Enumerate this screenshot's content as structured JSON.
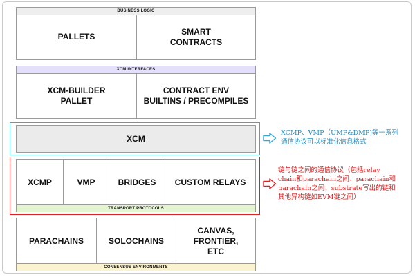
{
  "colors": {
    "business_header": "#eeeeee",
    "xcm_interfaces_header": "#e4e0fb",
    "xcm_fill": "#ebebeb",
    "transport_footer": "#e3f5cf",
    "consensus_footer": "#fbf2cf",
    "blue_outline": "#3aa7d6",
    "red_outline": "#e02020",
    "blue_note": "#2a8fc0",
    "red_note": "#d41c1c"
  },
  "business_logic": {
    "header": "BUSINESS LOGIC",
    "cells": [
      "PALLETS",
      "SMART\nCONTRACTS"
    ]
  },
  "xcm_interfaces": {
    "header": "XCM INTERFACES",
    "cells": [
      "XCM-BUILDER\nPALLET",
      "CONTRACT ENV\nBUILTINS / PRECOMPILES"
    ]
  },
  "xcm": {
    "label": "XCM"
  },
  "transport_protocols": {
    "footer": "TRANSPORT PROTOCOLS",
    "cells": [
      "XCMP",
      "VMP",
      "BRIDGES",
      "CUSTOM RELAYS"
    ]
  },
  "consensus_environments": {
    "footer": "CONSENSUS ENVIRONMENTS",
    "cells": [
      "PARACHAINS",
      "SOLOCHAINS",
      "CANVAS,\nFRONTIER,\nETC"
    ]
  },
  "annotations": {
    "xcm_note_lines": [
      "XCMP、VMP（UMP&DMP)等一系列",
      "通信协议可以标准化信息格式"
    ],
    "transport_note_lines": [
      "链与链之间的通信协议（包括relay",
      "chain和parachain之间、parachain和",
      "parachain之间、substrate写出的链和",
      "其他异构链如EVM链之间）"
    ],
    "arrow_icon": "right-arrow-icon"
  }
}
